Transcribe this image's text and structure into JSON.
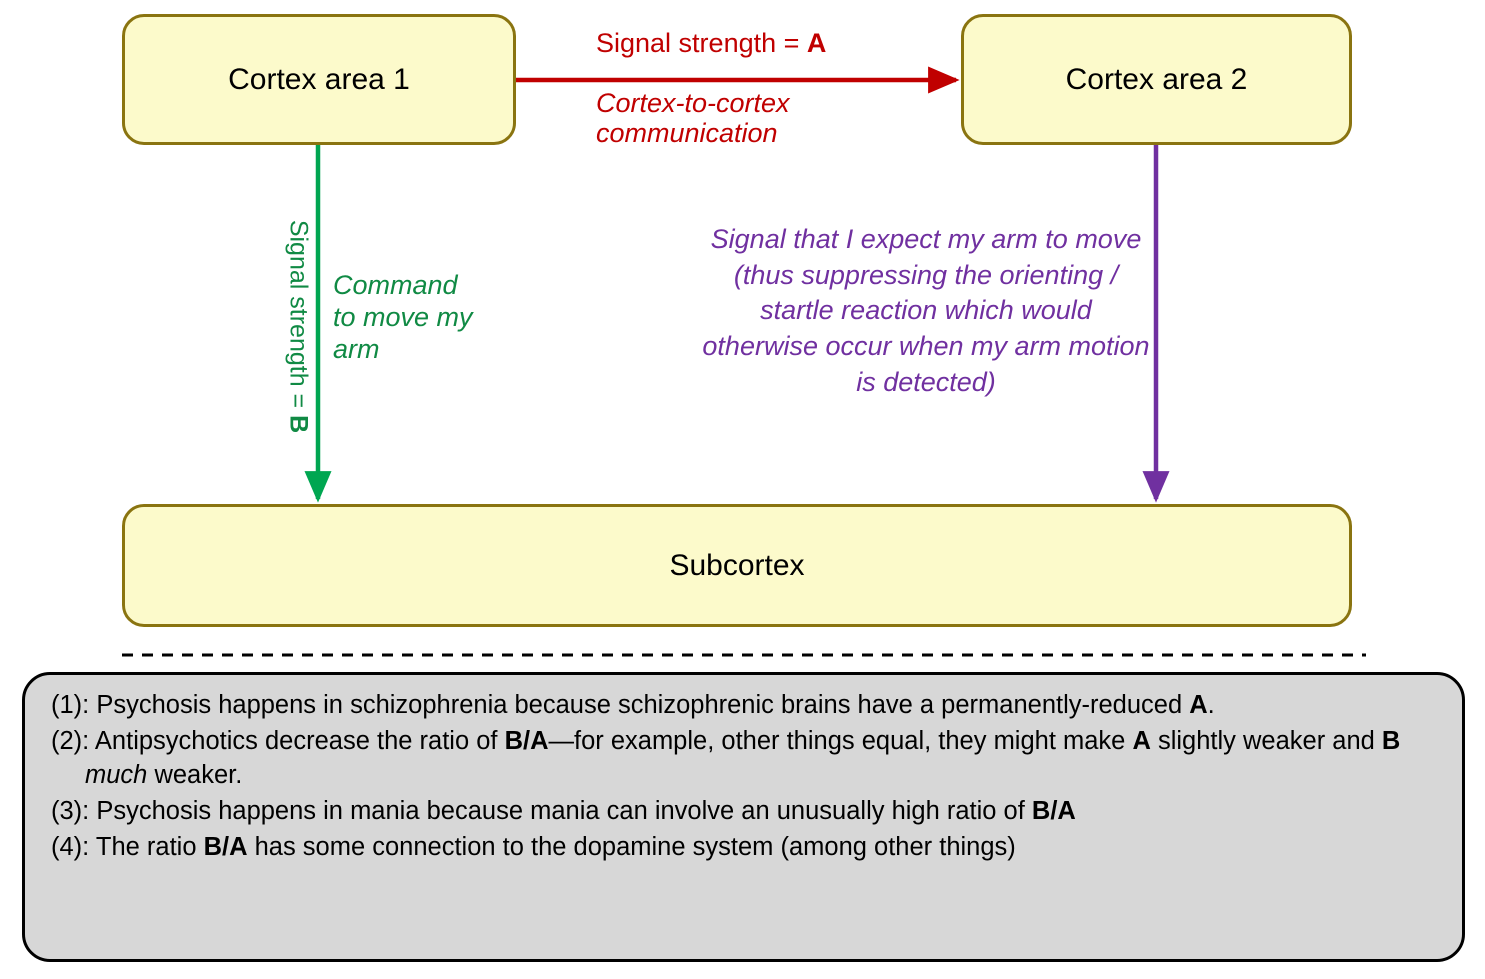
{
  "diagram": {
    "title_text": "",
    "colors": {
      "box_fill": "#FCFACB",
      "box_border": "#8A7410",
      "red": "#C00000",
      "green": "#108A44",
      "purple": "#7030A0",
      "notes_fill": "#D7D7D7",
      "notes_border": "#000000"
    },
    "nodes": {
      "cortex1": "Cortex area 1",
      "cortex2": "Cortex area 2",
      "subcortex": "Subcortex"
    },
    "edges": {
      "cortex_to_cortex": {
        "strength_prefix": "Signal strength = ",
        "strength_symbol": "A",
        "description_line1": "Cortex-to-cortex",
        "description_line2": "communication"
      },
      "cortex1_to_subcortex": {
        "strength_prefix": "Signal strength = ",
        "strength_symbol": "B",
        "description_line1": "Command",
        "description_line2": "to move my",
        "description_line3": "arm"
      },
      "cortex2_to_subcortex": {
        "description": "Signal that I expect my arm to move (thus suppressing the orienting / startle reaction which would otherwise occur when my arm motion is detected)"
      }
    }
  },
  "notes": {
    "items": [
      {
        "label": "(1):",
        "text_1": " Psychosis happens in schizophrenia because schizophrenic brains have a permanently-reduced ",
        "bold_1": "A",
        "text_2": "."
      },
      {
        "label": "(2):",
        "text_1": " Antipsychotics decrease the ratio of ",
        "bold_1": "B/A",
        "text_2": "—for example, other things equal, they might make ",
        "bold_2": "A",
        "text_3": " slightly weaker and ",
        "bold_3": "B",
        "italic_1": " much",
        "text_4": " weaker."
      },
      {
        "label": "(3):",
        "text_1": " Psychosis happens in mania because mania can involve an unusually high ratio of ",
        "bold_1": "B/A",
        "text_2": ""
      },
      {
        "label": "(4):",
        "text_1": " The ratio ",
        "bold_1": "B/A",
        "text_2": " has some connection to the dopamine system (among other things)"
      }
    ]
  }
}
